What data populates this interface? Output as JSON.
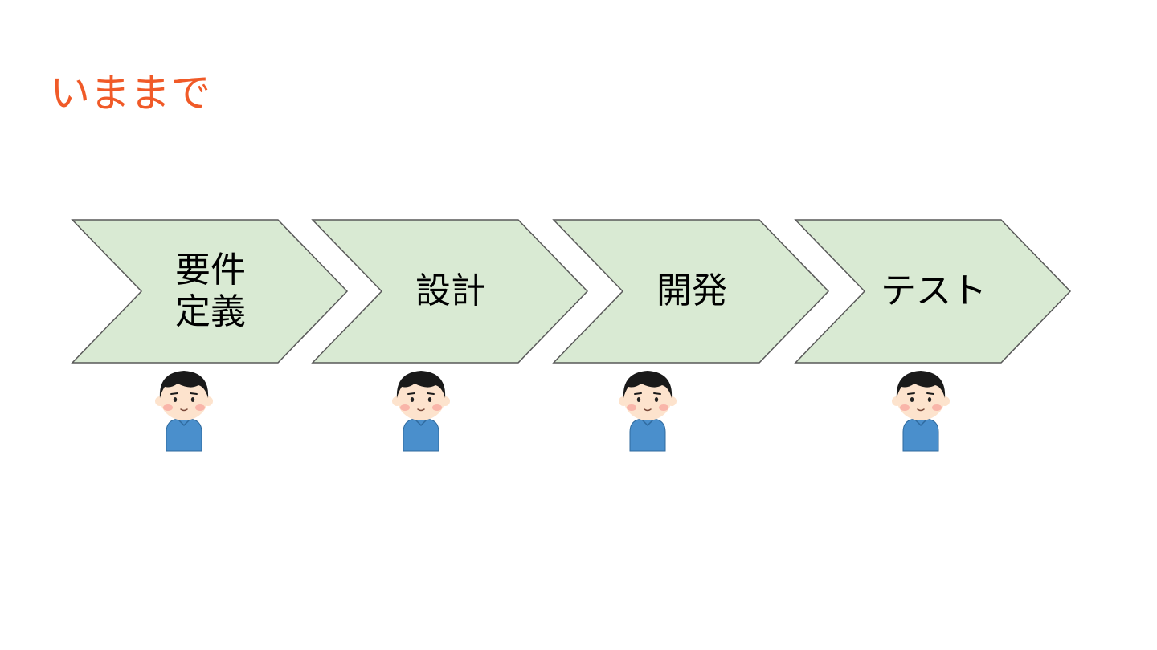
{
  "title": {
    "text": "いままで",
    "color": "#F05A28"
  },
  "colors": {
    "chevron_fill": "#D9EAD3",
    "chevron_stroke": "#595959",
    "shirt": "#4A8FCC",
    "hair": "#1A1A1A",
    "skin": "#FDE3CD",
    "cheek": "#F7A9A0"
  },
  "steps": [
    {
      "label": "要件\n定義",
      "icon": "person-icon"
    },
    {
      "label": "設計",
      "icon": "person-icon"
    },
    {
      "label": "開発",
      "icon": "person-icon"
    },
    {
      "label": "テスト",
      "icon": "person-icon"
    }
  ]
}
